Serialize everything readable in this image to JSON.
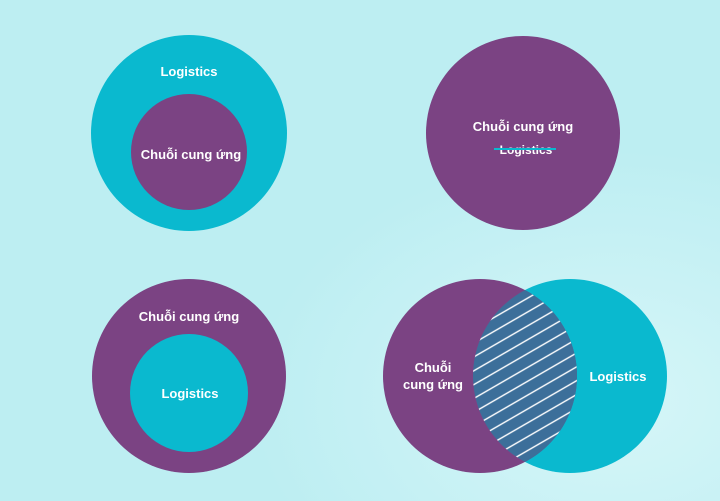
{
  "colors": {
    "background": "#bdeef2",
    "teal": "#0ab9cf",
    "purple": "#7b4383",
    "hatch": "#ffffff"
  },
  "diagrams": [
    {
      "outer_label": "Logistics",
      "inner_label": "Chuỗi cung ứng"
    },
    {
      "label": "Chuỗi cung ứng",
      "struck_label": "Logistics"
    },
    {
      "outer_label": "Chuỗi cung ứng",
      "inner_label": "Logistics"
    },
    {
      "left_label_line1": "Chuỗi",
      "left_label_line2": "cung ứng",
      "right_label": "Logistics"
    }
  ]
}
